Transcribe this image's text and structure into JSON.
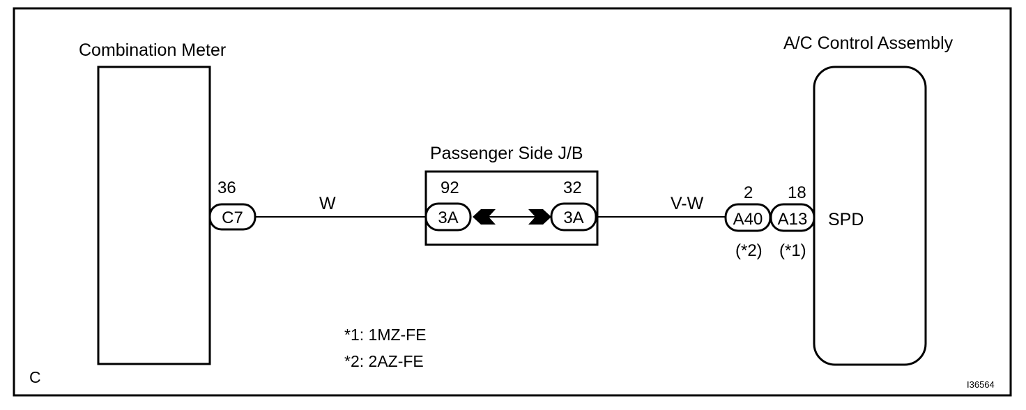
{
  "components": {
    "combination_meter": "Combination Meter",
    "ac_control_assembly": "A/C Control Assembly",
    "junction_block": "Passenger Side J/B"
  },
  "connectors": {
    "c7": {
      "code": "C7",
      "pin": "36"
    },
    "jb_left": {
      "code": "3A",
      "pin": "92"
    },
    "jb_right": {
      "code": "3A",
      "pin": "32"
    },
    "a40": {
      "code": "A40",
      "pin": "2",
      "note": "(*2)"
    },
    "a13": {
      "code": "A13",
      "pin": "18",
      "note": "(*1)"
    }
  },
  "wires": {
    "meter_to_jb": "W",
    "jb_to_ac": "V-W"
  },
  "terminal_label": "SPD",
  "notes": [
    "*1: 1MZ-FE",
    "*2: 2AZ-FE"
  ],
  "corner_letter": "C",
  "figure_id": "I36564"
}
